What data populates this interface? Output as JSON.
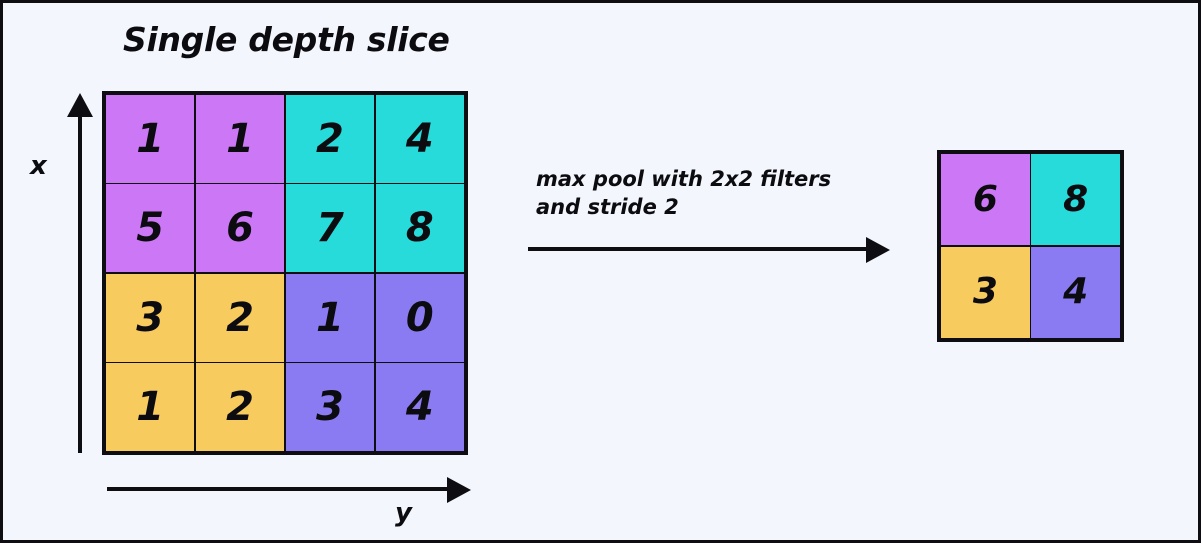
{
  "title": "Single depth slice",
  "axes": {
    "x_label": "x",
    "y_label": "y"
  },
  "caption": {
    "line1": "max pool with 2x2 filters",
    "line2": "and stride 2"
  },
  "colors": {
    "background": "#f3f6fd",
    "stroke": "#0d0d12",
    "purple": "#cc77f5",
    "cyan": "#27dbdb",
    "yellow": "#f8cb5f",
    "violet": "#8b7bf2"
  },
  "chart_data": {
    "type": "heatmap",
    "title": "Single depth slice",
    "xlabel": "y",
    "ylabel": "x",
    "input": {
      "rows": 4,
      "cols": 4,
      "values": [
        [
          1,
          1,
          2,
          4
        ],
        [
          5,
          6,
          7,
          8
        ],
        [
          3,
          2,
          1,
          0
        ],
        [
          1,
          2,
          3,
          4
        ]
      ],
      "cell_colors": [
        [
          "#cc77f5",
          "#cc77f5",
          "#27dbdb",
          "#27dbdb"
        ],
        [
          "#cc77f5",
          "#cc77f5",
          "#27dbdb",
          "#27dbdb"
        ],
        [
          "#f8cb5f",
          "#f8cb5f",
          "#8b7bf2",
          "#8b7bf2"
        ],
        [
          "#f8cb5f",
          "#f8cb5f",
          "#8b7bf2",
          "#8b7bf2"
        ]
      ]
    },
    "operation": "max pool with 2x2 filters and stride 2",
    "output": {
      "rows": 2,
      "cols": 2,
      "values": [
        [
          6,
          8
        ],
        [
          3,
          4
        ]
      ],
      "cell_colors": [
        [
          "#cc77f5",
          "#27dbdb"
        ],
        [
          "#f8cb5f",
          "#8b7bf2"
        ]
      ]
    }
  }
}
